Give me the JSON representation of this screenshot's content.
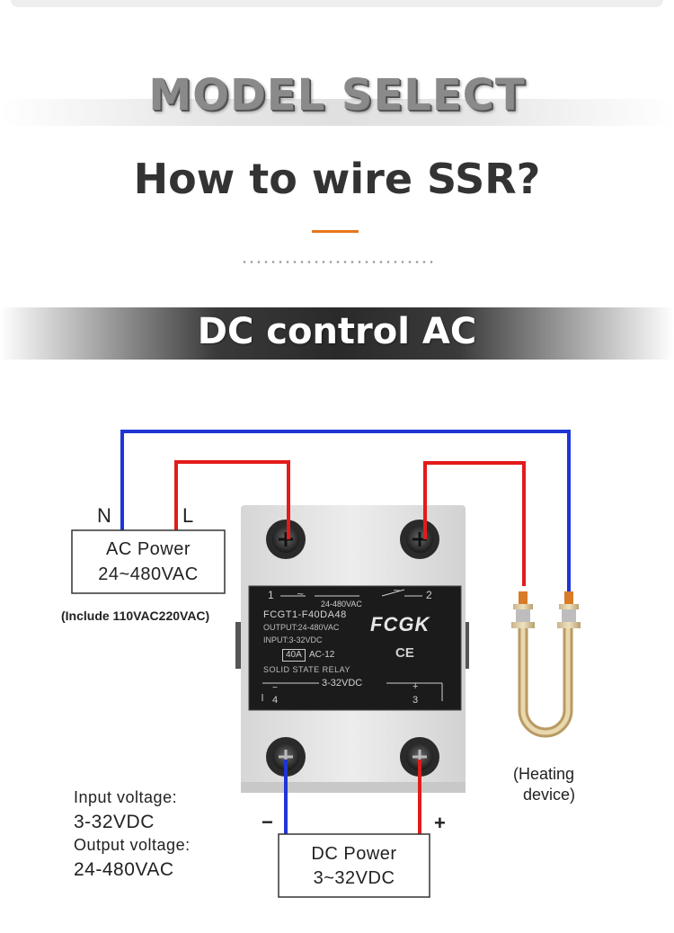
{
  "header": {
    "model_select": "MODEL SELECT",
    "question": "How to wire SSR?",
    "accent_color": "#e8761f"
  },
  "section": {
    "title": "DC control AC"
  },
  "diagram": {
    "ac_power": {
      "terminal_n": "N",
      "terminal_l": "L",
      "line1": "AC Power",
      "line2": "24~480VAC",
      "note": "(Include 110VAC220VAC)"
    },
    "relay": {
      "brand": "FCGK",
      "model": "FCGT1-F40DA48",
      "output": "OUTPUT:24-480VAC",
      "input": "INPUT:3-32VDC",
      "current": "40A",
      "category": "AC-12",
      "type": "SOLID STATE RELAY",
      "load_rating": "24-480VAC",
      "control_rating": "3-32VDC",
      "terminal_1": "1",
      "terminal_2": "2",
      "terminal_3": "3",
      "terminal_4": "4",
      "terminal_3_sign": "+",
      "terminal_4_sign": "−",
      "ce_mark": "CE"
    },
    "heater": {
      "line1": "(Heating",
      "line2": "device)"
    },
    "specs": {
      "input_label": "Input voltage:",
      "input_value": "3-32VDC",
      "output_label": "Output voltage:",
      "output_value": "24-480VAC"
    },
    "dc_power": {
      "line1": "DC Power",
      "line2": "3~32VDC",
      "minus": "−",
      "plus": "+"
    },
    "wire_colors": {
      "neutral": "#1f35d6",
      "live": "#e31b1b"
    }
  }
}
